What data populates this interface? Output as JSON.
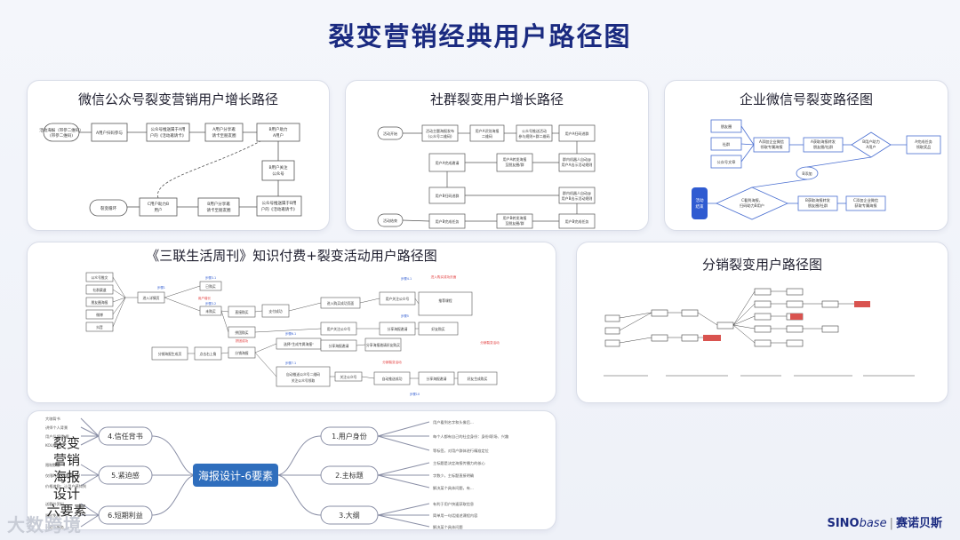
{
  "page_title": "裂变营销经典用户路径图",
  "cards": {
    "wechat_official": {
      "title": "微信公众号裂变营销用户增长路径",
      "nodes": [
        "活动海报（带参二维码）",
        "A用户扫码参与",
        "公众号推送属于A用户的《活动邀请卡》",
        "A用户分享邀请卡至朋友圈",
        "B用户助力A用户",
        "B用户关注公众号",
        "公众号推送属于B用户的《活动邀请卡》",
        "B用户分享邀请卡至朋友圈",
        "C用户助力B用户",
        "裂变循环"
      ]
    },
    "community": {
      "title": "社群裂变用户增长路径",
      "nodes": [
        "活动开始",
        "活动主题海报发布（公众号二维码）",
        "用户A识别海报二维码",
        "公众号推送活动参与规则+群二维码",
        "用户A扫码进群",
        "群内机器人自动@用户A出示活动规则",
        "用户A转发海报至朋友圈/群",
        "用户A完成邀请",
        "用户B扫码进群",
        "群内机器人自动@用户B出示活动规则",
        "用户B转发海报至朋友圈/群",
        "用户B完成任务",
        "活动结束"
      ]
    },
    "enterprise": {
      "title": "企业微信号裂变路径图",
      "nodes": [
        "朋友圈",
        "社群",
        "公众号文章",
        "A用户添加企业微信",
        "A获取海报转发朋友圈/社群",
        "B用户助力A用户",
        "A完成任务领取奖品",
        "B添加企业微信",
        "C看到海报，扫码助力B用户",
        "B获取海报转发朋友圈/社群",
        "活动结束",
        "C添加企业微信获取专属海报"
      ]
    },
    "sanlian": {
      "title": "《三联生活周刊》知识付费+裂变活动用户路径图",
      "left_items": [
        "公众号推文",
        "社群渠道",
        "朋友圈海报",
        "微博",
        "抖音"
      ],
      "left_label": "公众号推文",
      "mid_items": [
        "已购买",
        "未购买",
        "直接购买",
        "拼团购买",
        "分销海报生成页"
      ],
      "right_items": [
        "进入购买成功页面",
        "用户关注公众号",
        "推荐课程",
        "分享海报邀请好友购买"
      ]
    },
    "distribution": {
      "title": "分销裂变用户路径图"
    },
    "poster": {
      "center": "海报设计-6要素",
      "branches": [
        "1.用户身份",
        "2.主标题",
        "3.大纲",
        "4.信任背书",
        "5.紧迫感",
        "6.短期利益"
      ],
      "side_label": [
        "裂变",
        "营销",
        "海报",
        "设计",
        "六要素"
      ]
    }
  },
  "watermark": "大数跨境",
  "logo": {
    "brand": "SINO",
    "brand_suffix": "base",
    "cn": "赛诺贝斯"
  }
}
